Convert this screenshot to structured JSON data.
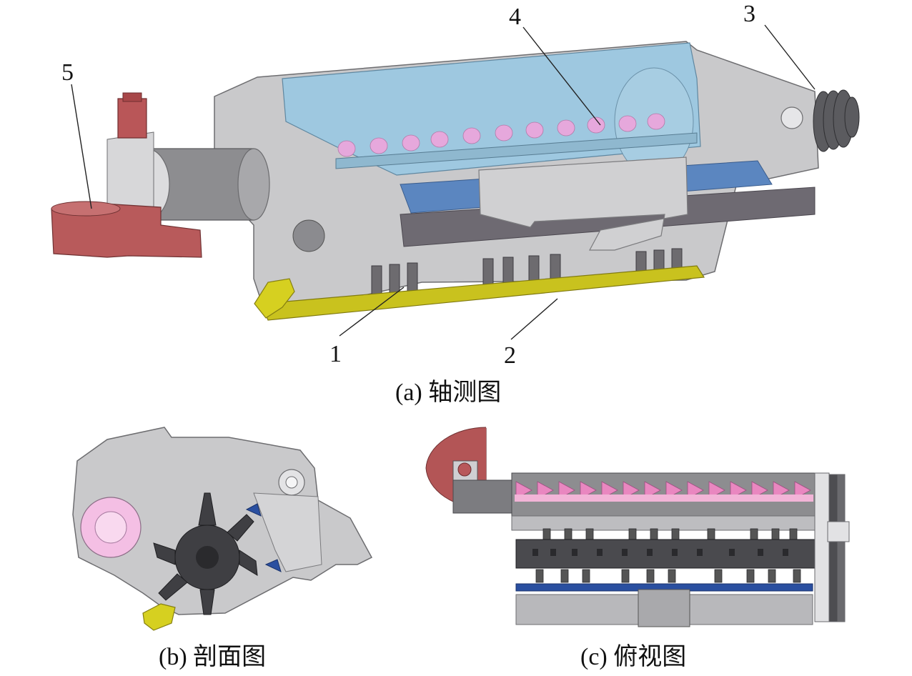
{
  "callouts": {
    "c1": "1",
    "c2": "2",
    "c3": "3",
    "c4": "4",
    "c5": "5"
  },
  "captions": {
    "a": "(a) 轴测图",
    "b": "(b) 剖面图",
    "c": "(c) 俯视图"
  },
  "colors": {
    "housing_gray": "#c9c9cb",
    "hood_blue": "#9ec8e0",
    "auger_pink": "#e987c0",
    "motor_red": "#b8585a",
    "blade_roller_yellow": "#c9c21e",
    "blue_bar": "#2a4fa0",
    "dark_shaft": "#4a4a4e"
  }
}
